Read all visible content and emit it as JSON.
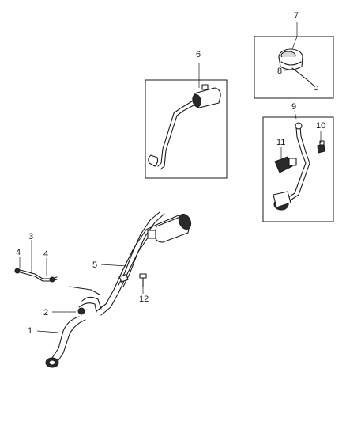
{
  "callouts": {
    "c1": "1",
    "c2": "2",
    "c3": "3",
    "c4a": "4",
    "c4b": "4",
    "c5": "5",
    "c6": "6",
    "c7": "7",
    "c8": "8",
    "c9": "9",
    "c10": "10",
    "c11": "11",
    "c12": "12"
  }
}
